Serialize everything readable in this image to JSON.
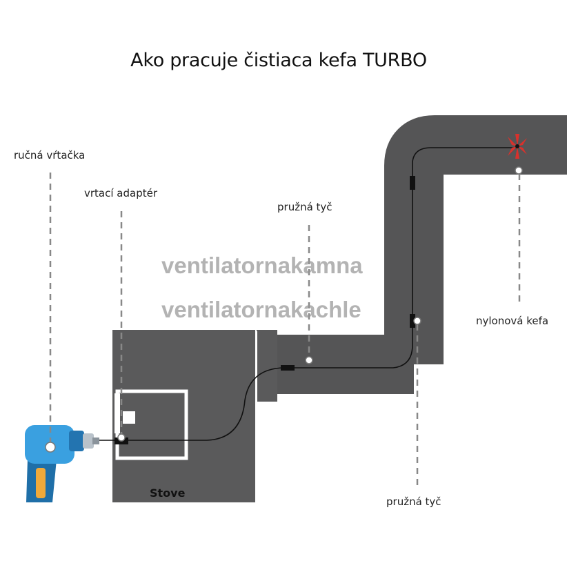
{
  "title": "Ako pracuje čistiaca kefa TURBO",
  "labels": {
    "drill": "ručná vŕtačka",
    "adapter": "vrtací adaptér",
    "rod_top": "pružná tyč",
    "rod_bottom": "pružná tyč",
    "brush": "nylonová kefa",
    "stove": "Stove"
  },
  "watermarks": {
    "line1": "ventilatornakamna",
    "line2": "ventilatornakachle"
  },
  "colors": {
    "pipe": "#555556",
    "stove": "#5a5a5b",
    "drill_body": "#2d8fd0",
    "drill_handle": "#f0a93a",
    "brush": "#d8312c",
    "rod": "#111111"
  },
  "icons": [
    "drill-icon",
    "brush-icon"
  ]
}
